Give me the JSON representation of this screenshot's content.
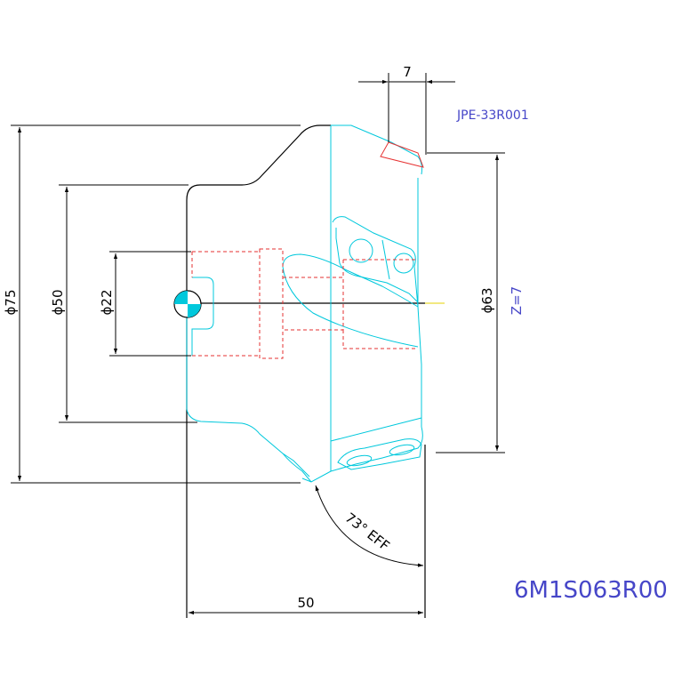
{
  "dimensions": {
    "d75": "ϕ75",
    "d50": "ϕ50",
    "d22": "ϕ22",
    "d63": "ϕ63",
    "width_top": "7",
    "length": "50",
    "angle": "73° EFF"
  },
  "labels": {
    "insert_code": "JPE-33R001",
    "teeth": "Z=7",
    "part_number": "6M1S063R00"
  },
  "colors": {
    "outline": "#000000",
    "body": "#00c8dc",
    "hidden": "#e63232",
    "text_blue": "#4646c8"
  }
}
